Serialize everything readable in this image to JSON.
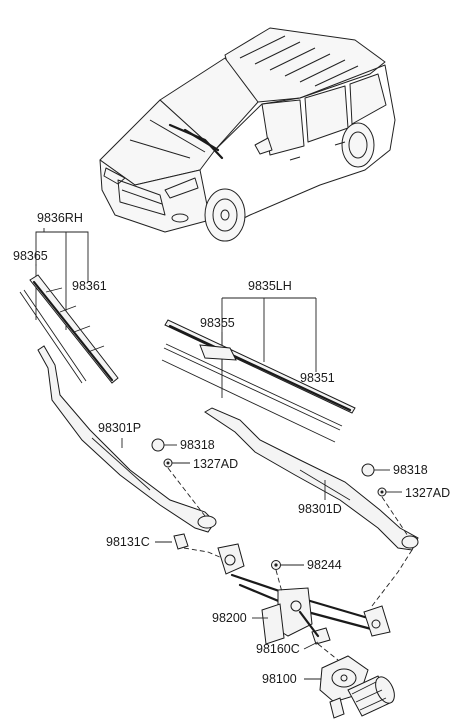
{
  "diagram": {
    "labels": {
      "blade_rh_assy": "9836RH",
      "blade_rh_refill": "98365",
      "blade_rh": "98361",
      "blade_lh_assy": "9835LH",
      "blade_lh_refill": "98355",
      "blade_lh": "98351",
      "arm_passenger": "98301P",
      "arm_driver": "98301D",
      "cap_left": "98318",
      "cap_right": "98318",
      "nut_left": "1327AD",
      "nut_right": "1327AD",
      "cap_pivot": "98131C",
      "nut_linkage": "98244",
      "linkage": "98200",
      "crank": "98160C",
      "motor": "98100"
    }
  }
}
